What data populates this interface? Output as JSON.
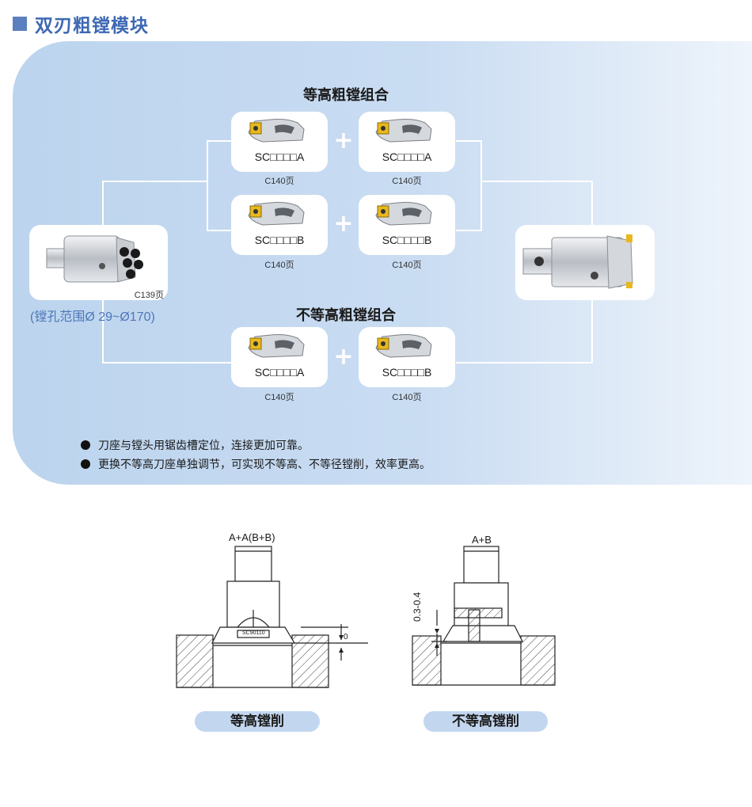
{
  "header": {
    "title": "双刃粗镗模块"
  },
  "equal_group": {
    "heading": "等高粗镗组合",
    "rows": [
      {
        "left": {
          "label": "SC□□□□A",
          "page": "C140页"
        },
        "right": {
          "label": "SC□□□□A",
          "page": "C140页"
        }
      },
      {
        "left": {
          "label": "SC□□□□B",
          "page": "C140页"
        },
        "right": {
          "label": "SC□□□□B",
          "page": "C140页"
        }
      }
    ]
  },
  "unequal_group": {
    "heading": "不等高粗镗组合",
    "row": {
      "left": {
        "label": "SC□□□□A",
        "page": "C140页"
      },
      "right": {
        "label": "SC□□□□B",
        "page": "C140页"
      }
    }
  },
  "plus_symbol": "+",
  "body_module": {
    "page": "C139页",
    "range": "(镗孔范围Ø 29~Ø170)"
  },
  "bullets": [
    "刀座与镗头用锯齿槽定位，连接更加可靠。",
    "更换不等高刀座单独调节，可实现不等高、不等径镗削，效率更高。"
  ],
  "diagrams": {
    "left": {
      "top_label": "A+A(B+B)",
      "dim_label": "0",
      "insert_label": "SC90110",
      "caption": "等高镗削"
    },
    "right": {
      "top_label": "A+B",
      "dim_label": "0.3-0.4",
      "caption": "不等高镗削"
    }
  },
  "colors": {
    "title": "#3d68b3",
    "panel": "#c9dcf2",
    "insert_gold": "#e8b820",
    "pill": "#c3d6ef"
  }
}
